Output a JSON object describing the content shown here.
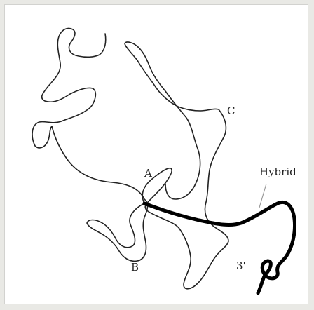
{
  "diagram": {
    "labels": {
      "a": "A",
      "b": "B",
      "c": "C",
      "hybrid": "Hybrid",
      "three_prime": "3'"
    },
    "colors": {
      "thin_strand": "#222222",
      "hybrid_strand": "#000000",
      "leader_line": "#9a9a9a",
      "background": "#ffffff"
    }
  }
}
